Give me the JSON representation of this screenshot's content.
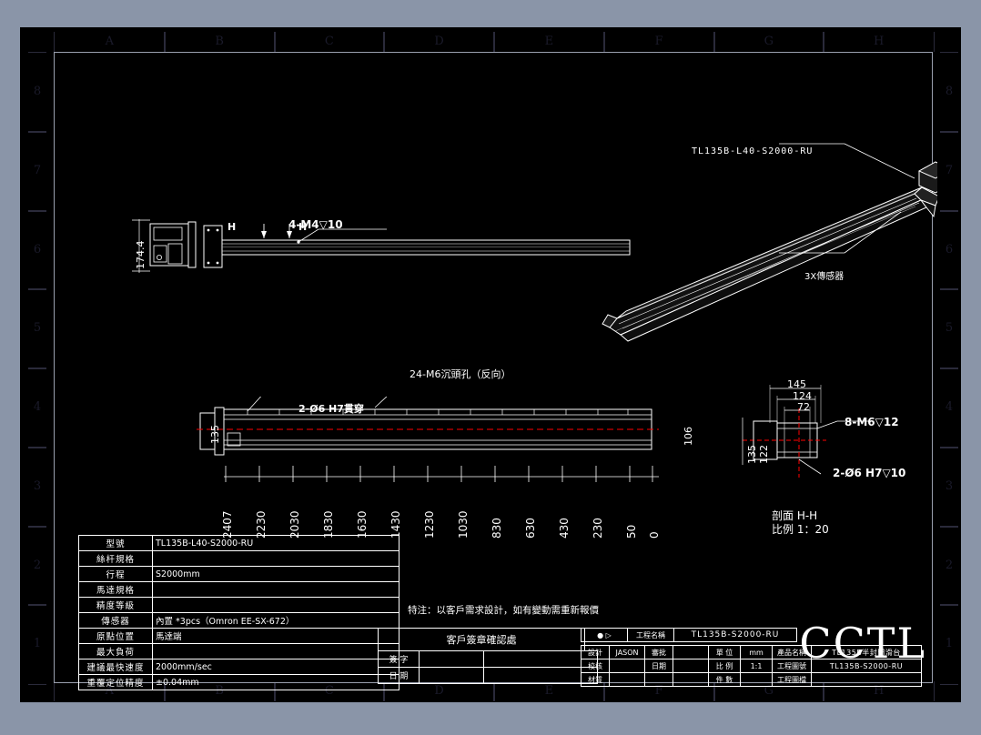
{
  "drawing": {
    "border_cols": [
      "A",
      "B",
      "C",
      "D",
      "E",
      "F",
      "G",
      "H"
    ],
    "border_rows": [
      "8",
      "7",
      "6",
      "5",
      "4",
      "3",
      "2",
      "1"
    ],
    "callouts": {
      "iso_part_number": "TL135B-L40-S2000-RU",
      "iso_sensor": "3X傳感器",
      "top_tap": "4-M4▽10",
      "section_mark_left": "H",
      "section_mark_right": "H",
      "height_174": "174.4",
      "front_bore": "2-Ø6  H7貫穿",
      "front_counterbore": "24-M6沉頭孔（反向）",
      "front_h135": "135",
      "front_h106": "106",
      "section_title": "剖面 H-H",
      "section_scale": "比例 1：20",
      "sec_145": "145",
      "sec_124": "124",
      "sec_72": "72",
      "sec_135": "135",
      "sec_122": "122",
      "sec_tap": "8-M6▽12",
      "sec_bore": "2-Ø6  H7▽10"
    },
    "dimension_chain": [
      "2407",
      "2230",
      "2030",
      "1830",
      "1630",
      "1430",
      "1230",
      "1030",
      "830",
      "630",
      "430",
      "230",
      "50",
      "0"
    ]
  },
  "spec_table": {
    "rows": [
      {
        "key": "型號",
        "value": "TL135B-L40-S2000-RU"
      },
      {
        "key": "絲杆規格",
        "value": ""
      },
      {
        "key": "行程",
        "value": "S2000mm"
      },
      {
        "key": "馬達規格",
        "value": ""
      },
      {
        "key": "精度等級",
        "value": ""
      },
      {
        "key": "傳感器",
        "value": "內置 *3pcs（Omron EE-SX-672）"
      },
      {
        "key": "原點位置",
        "value": "馬達端"
      },
      {
        "key": "最大負荷",
        "value": ""
      },
      {
        "key": "建議最快速度",
        "value": "2000mm/sec"
      },
      {
        "key": "重覆定位精度",
        "value": "±0.04mm"
      }
    ]
  },
  "note": {
    "text": "特注：以客戶需求設計，如有變動需重新報價"
  },
  "customer_block": {
    "title": "客戶簽章確認處",
    "sign_label": "簽 字",
    "date_label": "日 期",
    "sign_value": "",
    "date_value": ""
  },
  "title_block": {
    "project_label": "工程名稱",
    "project_value": "TL135B-S2000-RU",
    "rows": [
      {
        "k1": "設計",
        "v1": "JASON",
        "k2": "審批",
        "v2": "",
        "k3": "單 位",
        "v3": "mm",
        "k4": "產品名稱",
        "v4": "TL135B半封閉滑台"
      },
      {
        "k1": "校核",
        "v1": "",
        "k2": "日期",
        "v2": "",
        "k3": "比 例",
        "v3": "1:1",
        "k4": "工程圖號",
        "v4": "TL135B-S2000-RU"
      },
      {
        "k1": "材質",
        "v1": "",
        "k2": "",
        "v2": "",
        "k3": "件 數",
        "v3": "",
        "k4": "工程圖檔",
        "v4": ""
      }
    ],
    "brand": "CCTL"
  }
}
